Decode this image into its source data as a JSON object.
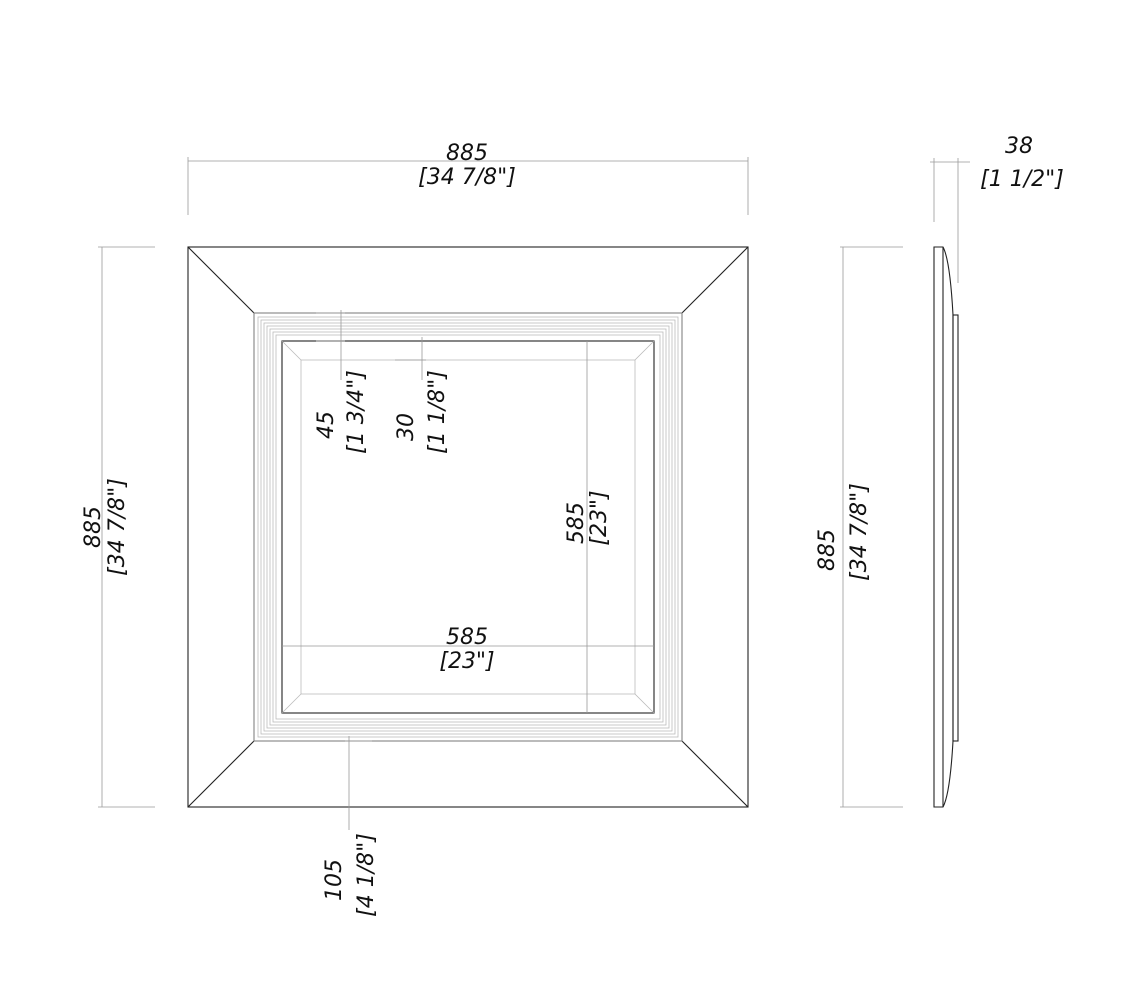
{
  "front_view": {
    "width_dim": {
      "mm": "885",
      "inch": "[34 7/8\"]"
    },
    "height_dim": {
      "mm": "885",
      "inch": "[34 7/8\"]"
    },
    "molding_dim": {
      "mm": "45",
      "inch": "[1 3/4\"]"
    },
    "lip_dim": {
      "mm": "30",
      "inch": "[1 1/8\"]"
    },
    "opening_height_dim": {
      "mm": "585",
      "inch": "[23\"]"
    },
    "opening_width_dim": {
      "mm": "585",
      "inch": "[23\"]"
    },
    "frame_width_dim": {
      "mm": "105",
      "inch": "[4 1/8\"]"
    }
  },
  "side_view": {
    "height_dim": {
      "mm": "885",
      "inch": "[34 7/8\"]"
    },
    "depth_dim": {
      "mm": "38",
      "inch": "[1 1/2\"]"
    }
  }
}
